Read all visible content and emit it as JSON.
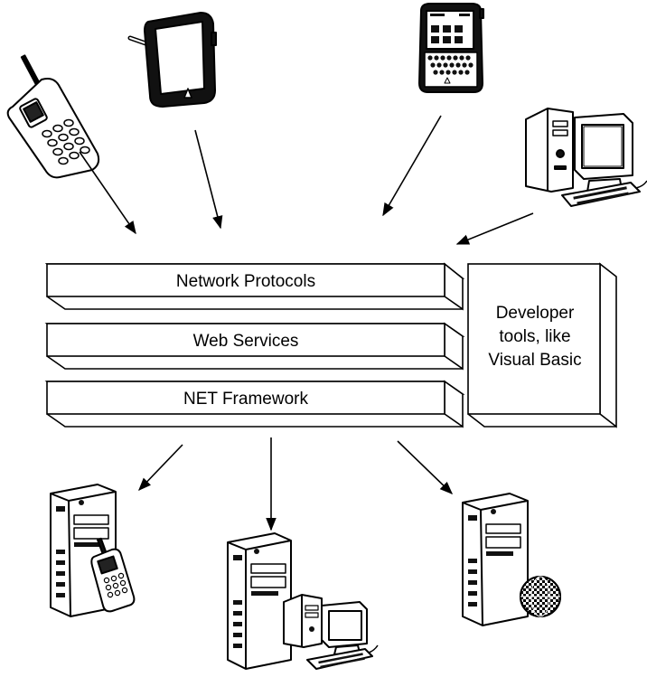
{
  "layers": [
    {
      "label": "Network Protocols"
    },
    {
      "label": "Web Services"
    },
    {
      "label": "NET Framework"
    }
  ],
  "side_box": {
    "lines": [
      "Developer",
      "tools, like",
      "Visual Basic"
    ]
  },
  "clients": [
    {
      "icon": "cell-phone-icon"
    },
    {
      "icon": "pda-stylus-icon"
    },
    {
      "icon": "handheld-keyboard-icon"
    },
    {
      "icon": "desktop-computer-icon"
    }
  ],
  "servers": [
    {
      "icon": "server-with-phone-icon"
    },
    {
      "icon": "server-with-desktop-icon"
    },
    {
      "icon": "server-with-globe-icon"
    }
  ],
  "colors": {
    "stroke": "#000000",
    "fill": "#ffffff",
    "dark": "#1a1a1a"
  }
}
